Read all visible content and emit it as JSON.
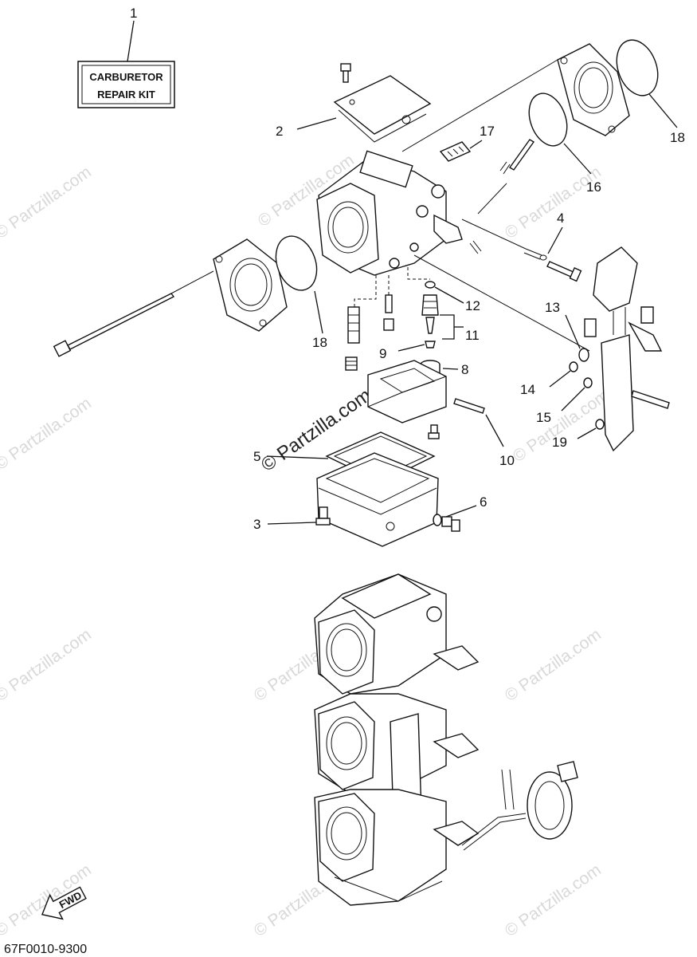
{
  "kit_label": {
    "line1": "CARBURETOR",
    "line2": "REPAIR KIT"
  },
  "callouts": {
    "c1": "1",
    "c2": "2",
    "c3": "3",
    "c4": "4",
    "c5": "5",
    "c6": "6",
    "c8": "8",
    "c9": "9",
    "c10": "10",
    "c11": "11",
    "c12": "12",
    "c13": "13",
    "c14": "14",
    "c15": "15",
    "c16": "16",
    "c17": "17",
    "c18a": "18",
    "c18b": "18",
    "c19": "19"
  },
  "diagram_code": "67F0010-9300",
  "fwd_label": "FWD",
  "watermark": "© Partzilla.com"
}
